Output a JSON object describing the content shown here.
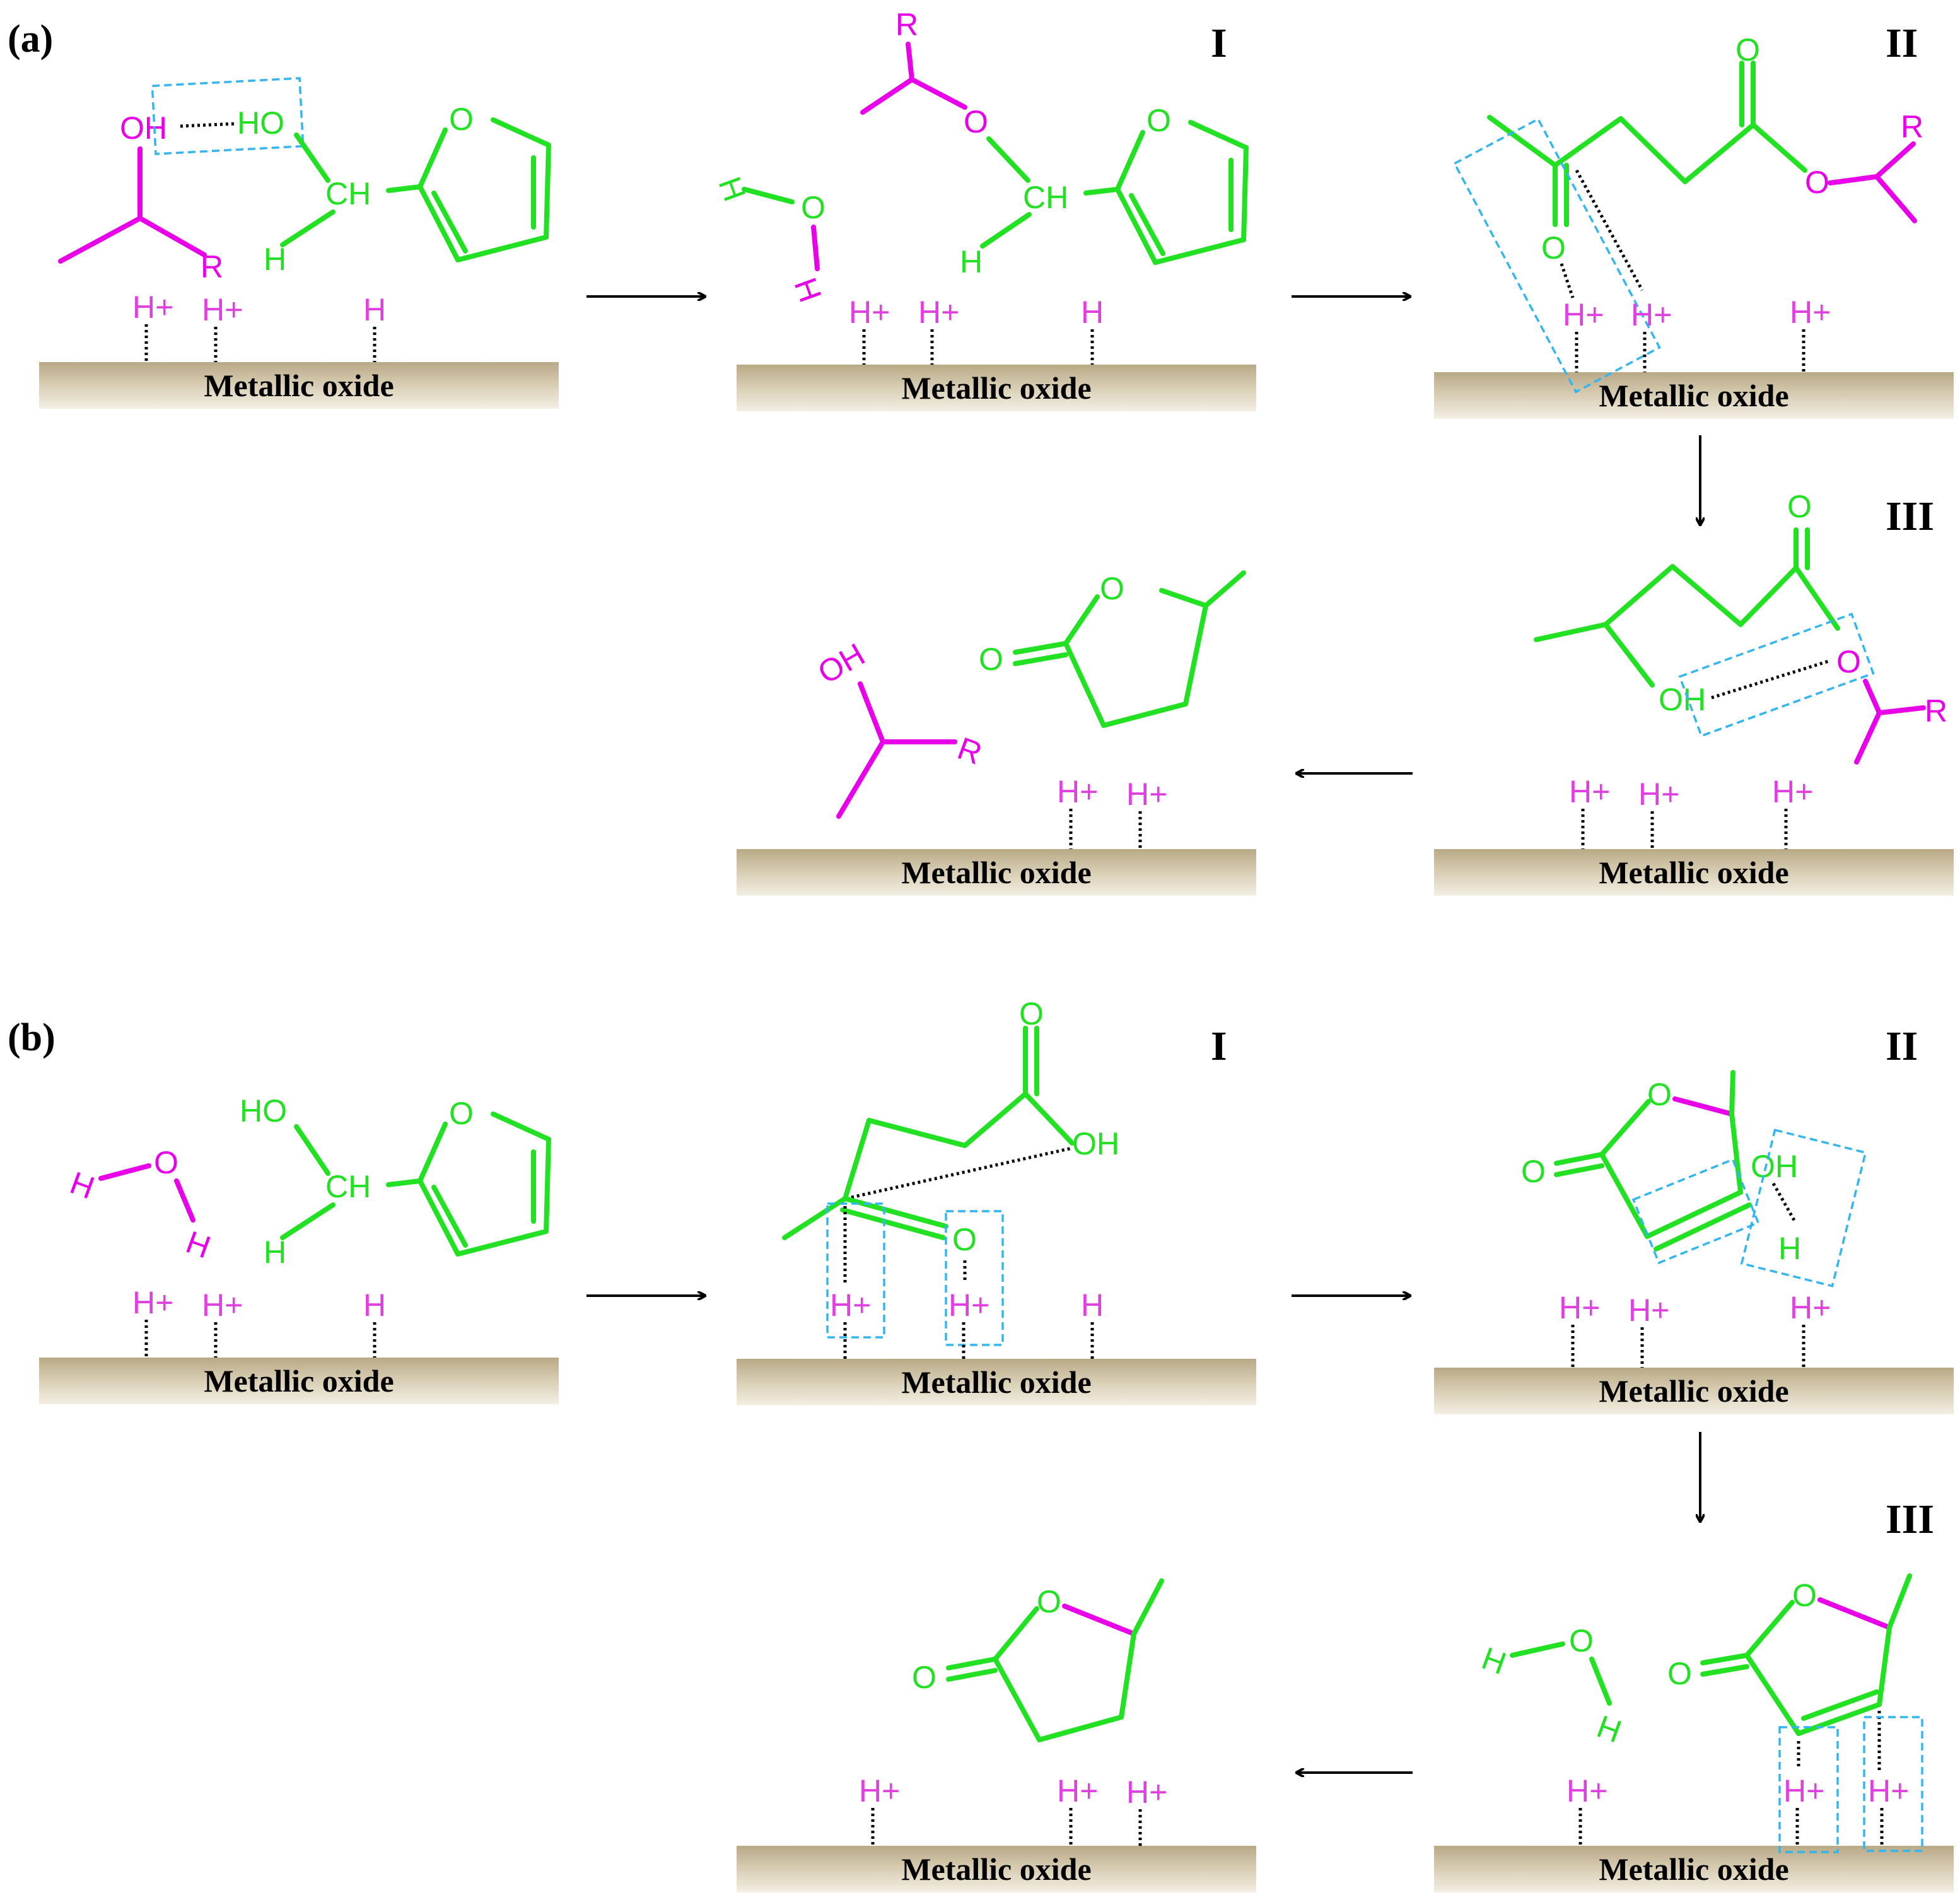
{
  "panel_labels": {
    "a": "(a)",
    "b": "(b)"
  },
  "step_labels": {
    "I": "I",
    "II": "II",
    "III": "III"
  },
  "surface_label": "Metallic oxide",
  "atoms": {
    "H_plus": "H+",
    "H": "H",
    "OH": "OH",
    "HO": "HO",
    "O": "O",
    "CH": "CH",
    "R": "R"
  },
  "colors": {
    "furfuryl_species": "#22e022",
    "alcohol_species": "#e800e8",
    "acid_site": "#e040e0",
    "highlight_box": "#33b5f0",
    "surface": "#c9bc9c"
  }
}
